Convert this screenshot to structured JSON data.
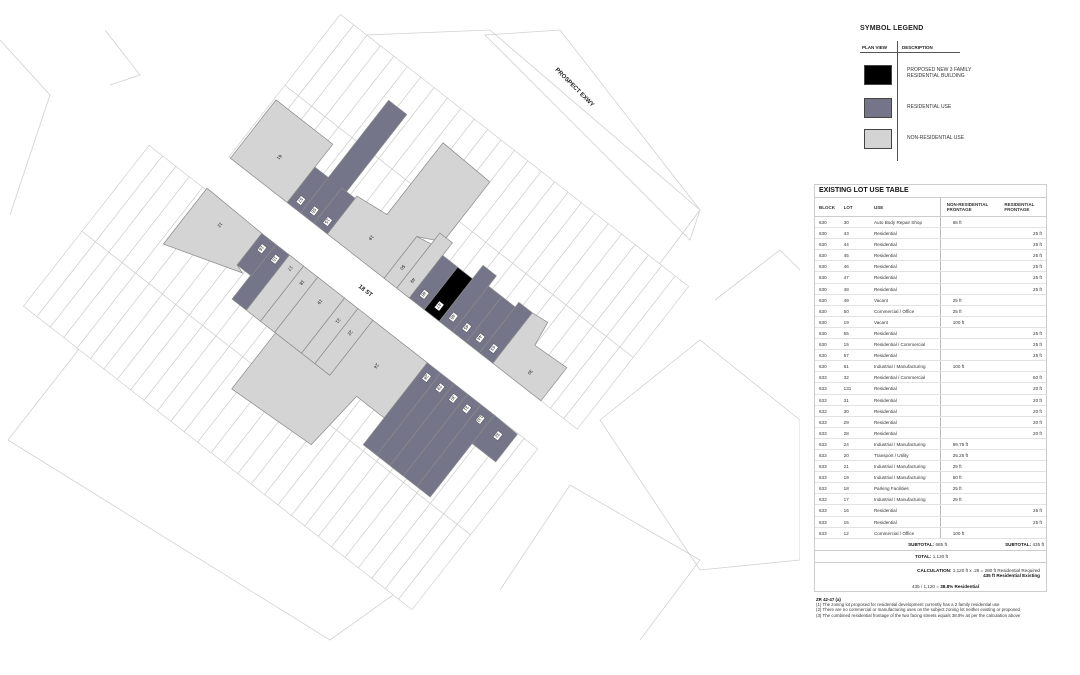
{
  "colors": {
    "proposed": "#000000",
    "residential": "#757589",
    "non_residential": "#d4d4d4",
    "lot_outline": "#c8c8c8"
  },
  "map": {
    "street_label": "18 ST",
    "expressway_label": "PROSPECT EXWY",
    "lots": [
      {
        "label": "61",
        "use": "non_residential"
      },
      {
        "label": "57",
        "use": "residential"
      },
      {
        "label": "55",
        "use": "residential"
      },
      {
        "label": "15",
        "use": "residential"
      },
      {
        "label": "19",
        "use": "non_residential"
      },
      {
        "label": "50",
        "use": "non_residential"
      },
      {
        "label": "49",
        "use": "non_residential"
      },
      {
        "label": "48",
        "use": "residential"
      },
      {
        "label": "47",
        "use": "proposed"
      },
      {
        "label": "46",
        "use": "residential"
      },
      {
        "label": "45",
        "use": "residential"
      },
      {
        "label": "44",
        "use": "residential"
      },
      {
        "label": "43",
        "use": "residential"
      },
      {
        "label": "30",
        "use": "non_residential"
      },
      {
        "label": "12",
        "use": "non_residential"
      },
      {
        "label": "16",
        "use": "residential"
      },
      {
        "label": "15",
        "use": "residential"
      },
      {
        "label": "17",
        "use": "non_residential"
      },
      {
        "label": "18",
        "use": "non_residential"
      },
      {
        "label": "19",
        "use": "non_residential"
      },
      {
        "label": "21",
        "use": "non_residential"
      },
      {
        "label": "22",
        "use": "non_residential"
      },
      {
        "label": "24",
        "use": "non_residential"
      },
      {
        "label": "28",
        "use": "residential"
      },
      {
        "label": "29",
        "use": "residential"
      },
      {
        "label": "30",
        "use": "residential"
      },
      {
        "label": "31",
        "use": "residential"
      },
      {
        "label": "131",
        "use": "residential"
      },
      {
        "label": "32",
        "use": "residential"
      }
    ]
  },
  "legend": {
    "title": "SYMBOL LEGEND",
    "col_plan": "PLAN VIEW",
    "col_desc": "DESCRIPTION",
    "items": [
      {
        "label": "PROPOSED NEW 3 FAMILY RESIDENTIAL BUILDING",
        "color": "#000000"
      },
      {
        "label": "RESIDENTIAL USE",
        "color": "#757589"
      },
      {
        "label": "NON-RESIDENTIAL USE",
        "color": "#d4d4d4"
      }
    ]
  },
  "table": {
    "title": "EXISTING LOT USE TABLE",
    "headers": [
      "BLOCK",
      "LOT",
      "USE",
      "NON-RESIDENTIAL FRONTAGE",
      "RESIDENTIAL FRONTAGE"
    ],
    "rows": [
      [
        "630",
        "30",
        "Auto Body Repair Shop",
        "65 ft",
        ""
      ],
      [
        "630",
        "43",
        "Residential",
        "",
        "25 ft"
      ],
      [
        "630",
        "44",
        "Residential",
        "",
        "25 ft"
      ],
      [
        "630",
        "45",
        "Residential",
        "",
        "25 ft"
      ],
      [
        "630",
        "46",
        "Residential",
        "",
        "25 ft"
      ],
      [
        "630",
        "47",
        "Residential",
        "",
        "25 ft"
      ],
      [
        "630",
        "48",
        "Residential",
        "",
        "25 ft"
      ],
      [
        "630",
        "49",
        "Vacant",
        "25 ft",
        ""
      ],
      [
        "630",
        "50",
        "Commercial / Office",
        "25 ft",
        ""
      ],
      [
        "630",
        "19",
        "Vacant",
        "100 ft",
        ""
      ],
      [
        "630",
        "55",
        "Residential",
        "",
        "25 ft"
      ],
      [
        "630",
        "15",
        "Residential / Commercial",
        "",
        "25 ft"
      ],
      [
        "630",
        "57",
        "Residential",
        "",
        "25 ft"
      ],
      [
        "630",
        "61",
        "Industrial / Manufacturing",
        "100 ft",
        ""
      ],
      [
        "633",
        "32",
        "Residential / Commercial",
        "",
        "60 ft"
      ],
      [
        "633",
        "131",
        "Residential",
        "",
        "20 ft"
      ],
      [
        "633",
        "31",
        "Residential",
        "",
        "20 ft"
      ],
      [
        "633",
        "30",
        "Residential",
        "",
        "20 ft"
      ],
      [
        "633",
        "29",
        "Residential",
        "",
        "20 ft"
      ],
      [
        "633",
        "28",
        "Residential",
        "",
        "20 ft"
      ],
      [
        "633",
        "24",
        "Industrial / Manufacturing",
        "99.75 ft",
        ""
      ],
      [
        "633",
        "20",
        "Transport / Utility",
        "25.25 ft",
        ""
      ],
      [
        "633",
        "21",
        "Industrial / Manufacturing",
        "25 ft",
        ""
      ],
      [
        "633",
        "19",
        "Industrial / Manufacturing",
        "50 ft",
        ""
      ],
      [
        "633",
        "18",
        "Parking Facilities",
        "25 ft",
        ""
      ],
      [
        "633",
        "17",
        "Industrial / Manufacturing",
        "25 ft",
        ""
      ],
      [
        "633",
        "16",
        "Residential",
        "",
        "25 ft"
      ],
      [
        "633",
        "15",
        "Residential",
        "",
        "25 ft"
      ],
      [
        "633",
        "12",
        "Commercial / Office",
        "100 ft",
        ""
      ]
    ],
    "subtotal_label": "SUBTOTAL:",
    "subtotal_nonres": "685 ft",
    "subtotal_res": "435 ft",
    "total_label": "TOTAL:",
    "total_value": "1,120 ft",
    "calc_label": "CALCULATION:",
    "calc_line1": "1,120 ft x .25 = 280 ft Residential Required",
    "calc_line2": "435 ft Residential Existing",
    "calc_line3_prefix": "435 / 1,120 =",
    "calc_line3_result": "38.8% Residential"
  },
  "notes": {
    "title": "ZR 42-47 (a)",
    "lines": [
      "(1) The zoning lot proposed for residential development currently has a 2 family residential use",
      "(2) There are no commercial or manufacturing uses on the subject zoning lot neither existing or proposed",
      "(3) The combined residential frontage of the two facing streets equals 38.8% as per the calculation above"
    ]
  }
}
